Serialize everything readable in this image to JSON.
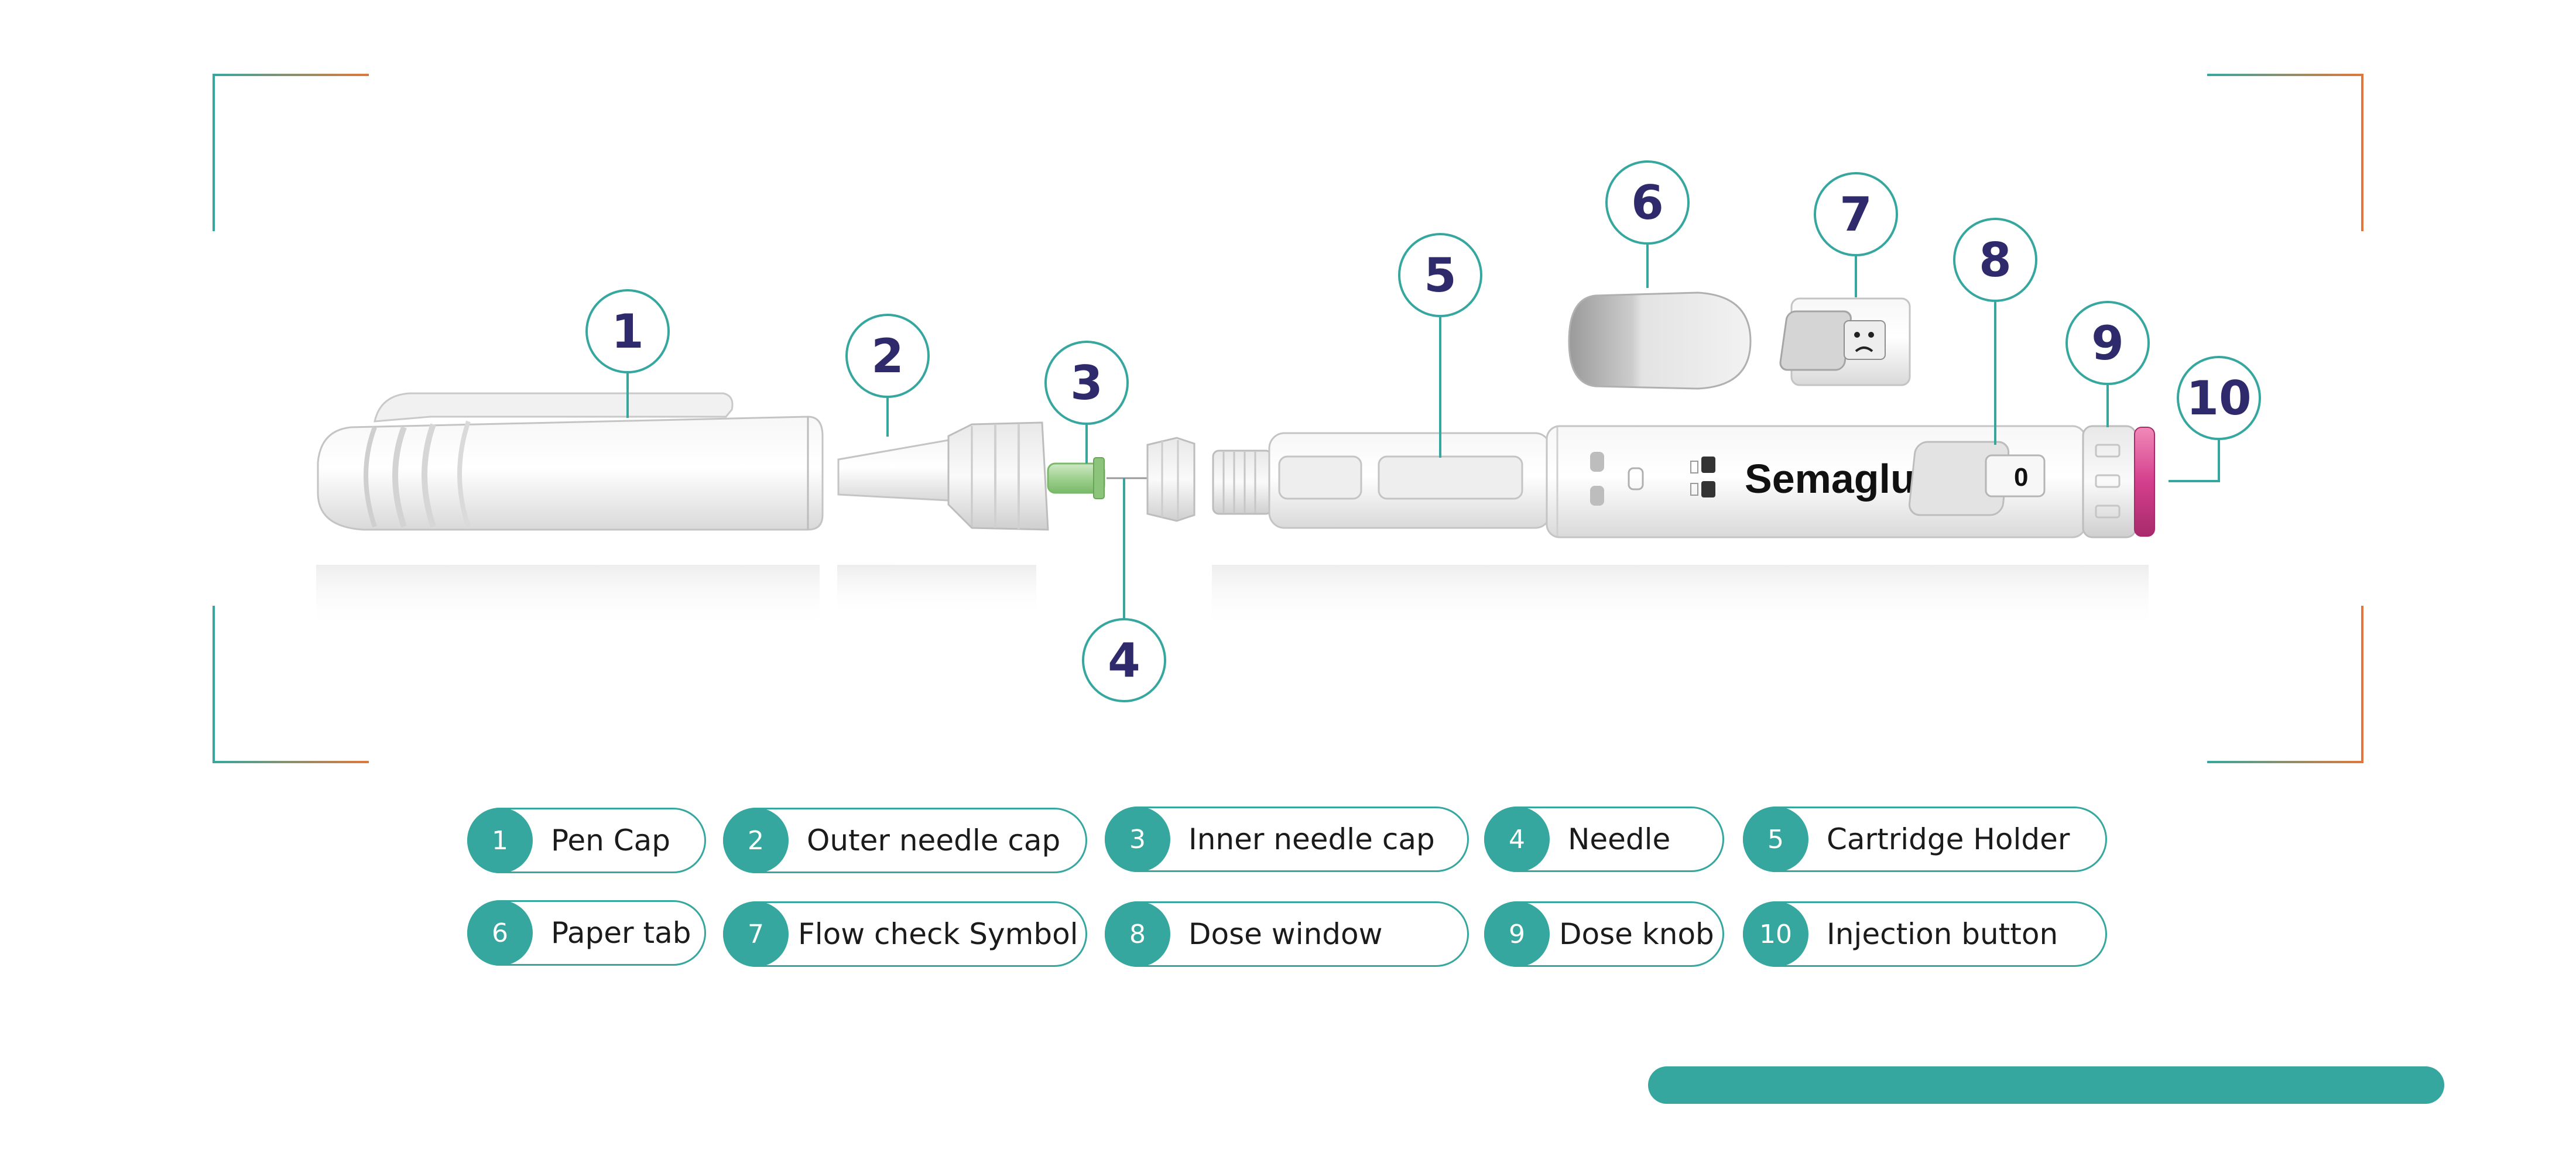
{
  "brand_label": "Semaglutide",
  "dose_window_value": "0",
  "colors": {
    "teal": "#35a79f",
    "orange": "#e0773a",
    "navy": "#2e2a6b",
    "magenta": "#d43f8d"
  },
  "callouts": [
    {
      "num": "1"
    },
    {
      "num": "2"
    },
    {
      "num": "3"
    },
    {
      "num": "4"
    },
    {
      "num": "5"
    },
    {
      "num": "6"
    },
    {
      "num": "7"
    },
    {
      "num": "8"
    },
    {
      "num": "9"
    },
    {
      "num": "10"
    }
  ],
  "legend": [
    {
      "num": "1",
      "label": "Pen Cap"
    },
    {
      "num": "2",
      "label": "Outer needle cap"
    },
    {
      "num": "3",
      "label": "Inner needle cap"
    },
    {
      "num": "4",
      "label": "Needle"
    },
    {
      "num": "5",
      "label": "Cartridge Holder"
    },
    {
      "num": "6",
      "label": "Paper tab"
    },
    {
      "num": "7",
      "label": "Flow check Symbol"
    },
    {
      "num": "8",
      "label": "Dose window"
    },
    {
      "num": "9",
      "label": "Dose knob"
    },
    {
      "num": "10",
      "label": "Injection button"
    }
  ]
}
